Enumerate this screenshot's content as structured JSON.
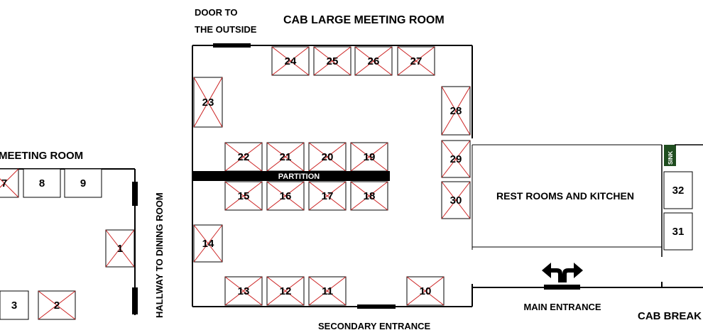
{
  "labels": {
    "left_room": "MEETING ROOM",
    "hallway": "HALLWAY TO DINING ROOM",
    "door_line1": "DOOR TO",
    "door_line2": "THE OUTSIDE",
    "large_room": "CAB LARGE MEETING ROOM",
    "partition": "PARTITION",
    "secondary_entrance": "SECONDARY ENTRANCE",
    "restrooms": "REST ROOMS AND KITCHEN",
    "main_entrance": "MAIN ENTRANCE",
    "breakroom": "CAB BREAK",
    "sink": "SINK"
  },
  "booths": [
    {
      "id": "7",
      "crossed": true
    },
    {
      "id": "8",
      "crossed": false
    },
    {
      "id": "9",
      "crossed": false
    },
    {
      "id": "1",
      "crossed": true
    },
    {
      "id": "3",
      "crossed": false
    },
    {
      "id": "2",
      "crossed": true
    },
    {
      "id": "24",
      "crossed": true
    },
    {
      "id": "25",
      "crossed": true
    },
    {
      "id": "26",
      "crossed": true
    },
    {
      "id": "27",
      "crossed": true
    },
    {
      "id": "23",
      "crossed": true
    },
    {
      "id": "28",
      "crossed": true
    },
    {
      "id": "22",
      "crossed": true
    },
    {
      "id": "21",
      "crossed": true
    },
    {
      "id": "20",
      "crossed": true
    },
    {
      "id": "19",
      "crossed": true
    },
    {
      "id": "15",
      "crossed": true
    },
    {
      "id": "16",
      "crossed": true
    },
    {
      "id": "17",
      "crossed": true
    },
    {
      "id": "18",
      "crossed": true
    },
    {
      "id": "29",
      "crossed": true
    },
    {
      "id": "30",
      "crossed": true
    },
    {
      "id": "14",
      "crossed": true
    },
    {
      "id": "13",
      "crossed": true
    },
    {
      "id": "12",
      "crossed": true
    },
    {
      "id": "11",
      "crossed": true
    },
    {
      "id": "10",
      "crossed": true
    },
    {
      "id": "32",
      "crossed": false
    },
    {
      "id": "31",
      "crossed": false
    }
  ],
  "colors": {
    "wall": "#000000",
    "cross": "#cc2222",
    "sink_bg": "#1f4d1f"
  }
}
